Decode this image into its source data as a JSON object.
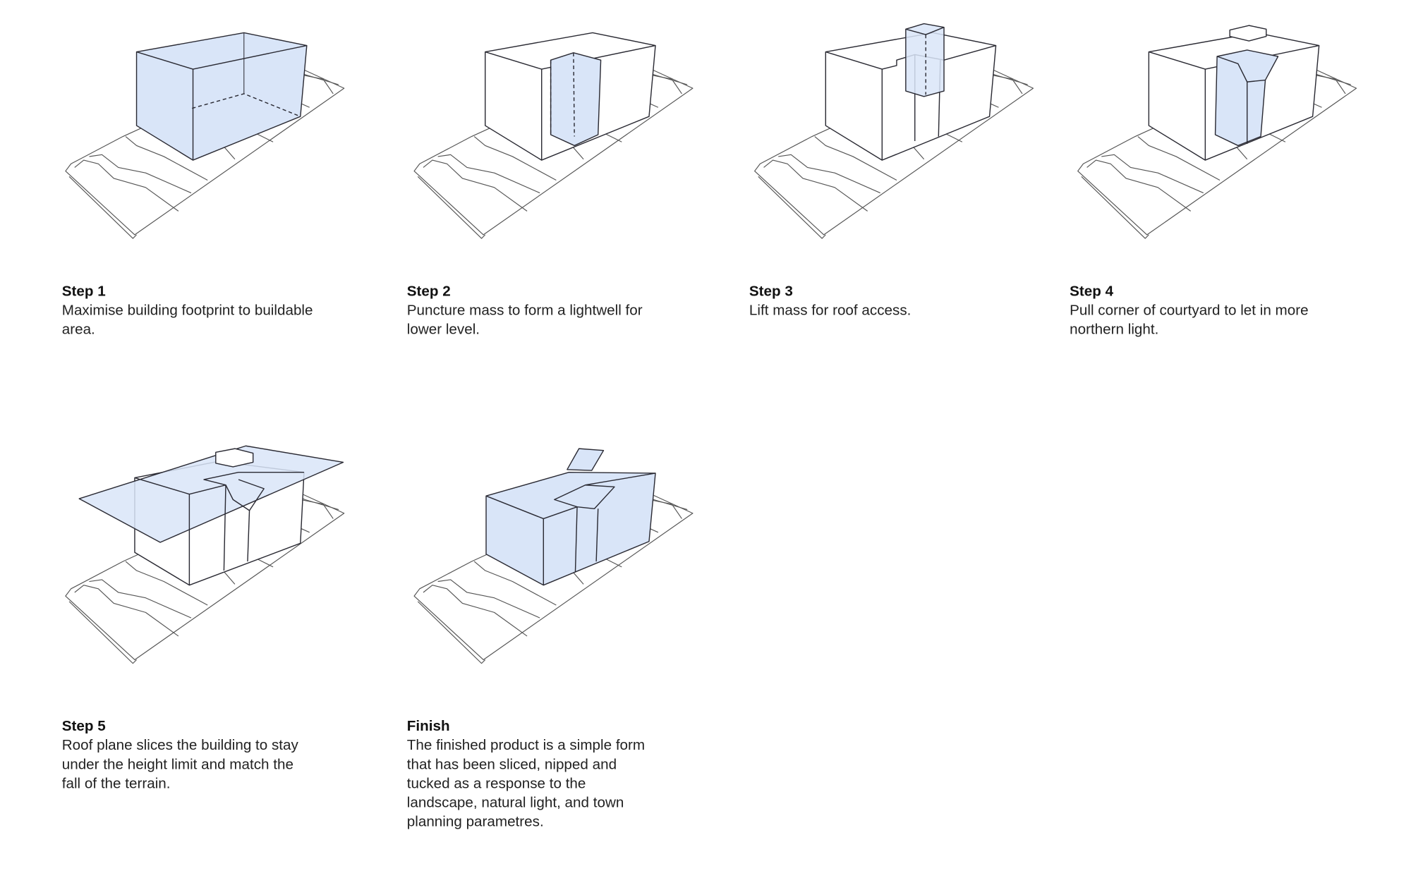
{
  "colors": {
    "fill": "#d9e5f8",
    "line": "#2a2a33",
    "terrain": "#555555"
  },
  "steps": [
    {
      "title": "Step 1",
      "lines": [
        "Maximise building footprint to buildable",
        "area."
      ]
    },
    {
      "title": "Step 2",
      "lines": [
        "Puncture mass to form a lightwell for",
        "lower level."
      ]
    },
    {
      "title": "Step 3",
      "lines": [
        "Lift mass for roof access."
      ]
    },
    {
      "title": "Step 4",
      "lines": [
        "Pull corner of courtyard to let in more",
        "northern light."
      ]
    },
    {
      "title": "Step 5",
      "lines": [
        "Roof plane slices the building to stay",
        "under the height limit and match the",
        "fall of the terrain."
      ]
    },
    {
      "title": "Finish",
      "lines": [
        "The finished product is a simple form",
        "that has been sliced, nipped and",
        "tucked as a response to the",
        "landscape, natural light, and town",
        "planning parametres."
      ]
    }
  ]
}
